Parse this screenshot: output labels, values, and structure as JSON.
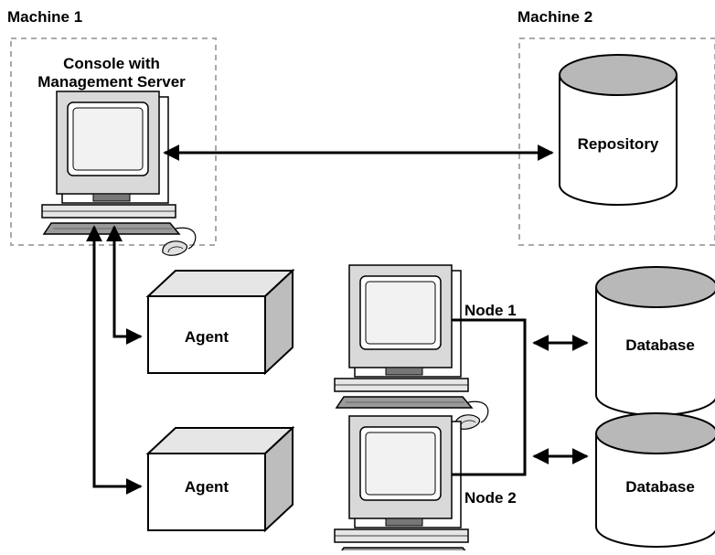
{
  "machines": {
    "m1": {
      "label": "Machine 1",
      "console_line1": "Console with",
      "console_line2": "Management Server"
    },
    "m2": {
      "label": "Machine 2",
      "repository": "Repository"
    }
  },
  "agents": [
    {
      "label": "Agent"
    },
    {
      "label": "Agent"
    }
  ],
  "nodes": [
    {
      "label": "Node 1",
      "database": "Database"
    },
    {
      "label": "Node 2",
      "database": "Database"
    }
  ],
  "colors": {
    "line": "#000000",
    "dashed_border": "#aaaaaa",
    "cylinder_top": "#b8b8b8",
    "monitor_frame": "#d9d9d9",
    "keyboard": "#9a9a9a"
  }
}
